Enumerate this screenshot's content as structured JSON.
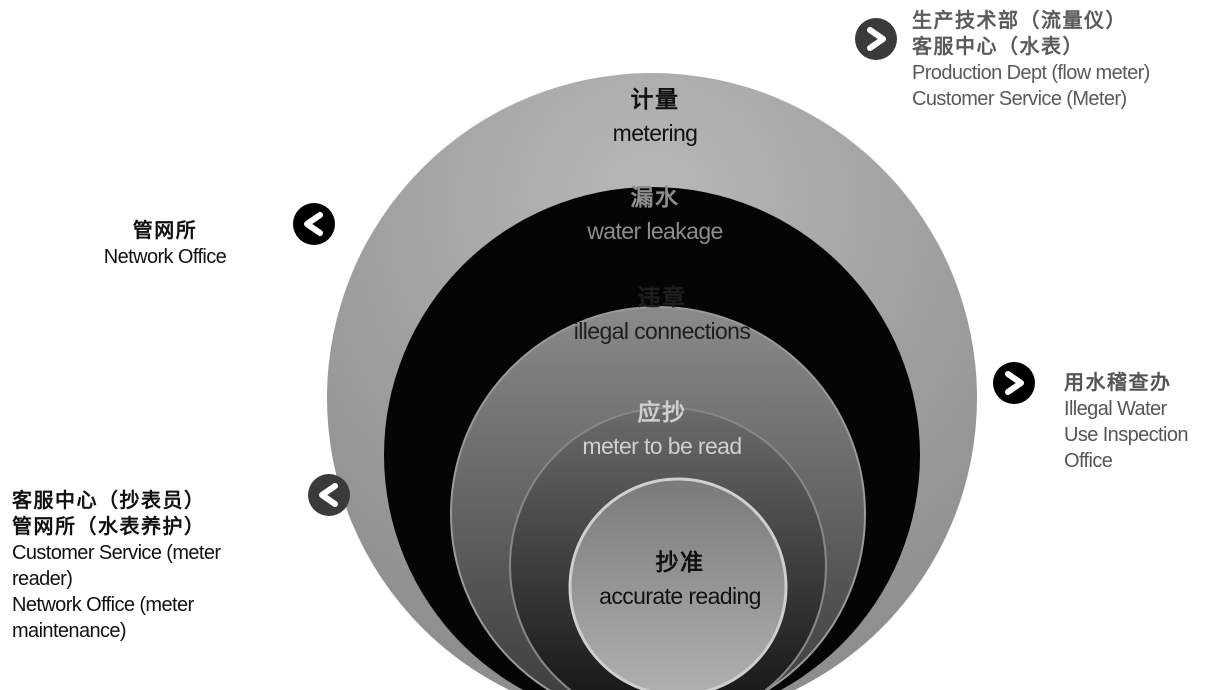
{
  "rings": [
    {
      "id": "metering",
      "zh": "计量",
      "en": "metering"
    },
    {
      "id": "water-leakage",
      "zh": "漏水",
      "en": "water leakage"
    },
    {
      "id": "illegal-connections",
      "zh": "违章",
      "en": "illegal connections"
    },
    {
      "id": "meter-to-be-read",
      "zh": "应抄",
      "en": "meter to be read"
    },
    {
      "id": "accurate-reading",
      "zh": "抄准",
      "en": "accurate reading"
    }
  ],
  "side_labels": {
    "production": {
      "icon": "chevron-right-icon",
      "lines": [
        "生产技术部（流量仪）",
        "客服中心（水表）",
        "Production Dept (flow meter)",
        "Customer Service (Meter)"
      ]
    },
    "network_office": {
      "icon": "chevron-left-icon",
      "lines": [
        "管网所",
        "Network Office"
      ]
    },
    "inspection": {
      "icon": "chevron-right-icon",
      "lines": [
        "用水稽查办",
        "Illegal Water",
        "Use Inspection",
        "Office"
      ]
    },
    "customer_service": {
      "icon": "chevron-left-icon",
      "lines": [
        "客服中心（抄表员）",
        "管网所（水表养护）",
        "Customer Service (meter",
        "reader)",
        "Network Office (meter",
        "maintenance)"
      ]
    }
  },
  "colors": {
    "outer_ring": "#a6a6a6",
    "black_ring": "#050505",
    "ring3": "#6e6e6e",
    "ring4": "#303030",
    "inner": "#999999",
    "badge_black": "#000000",
    "badge_dark": "#3a3a3a"
  }
}
